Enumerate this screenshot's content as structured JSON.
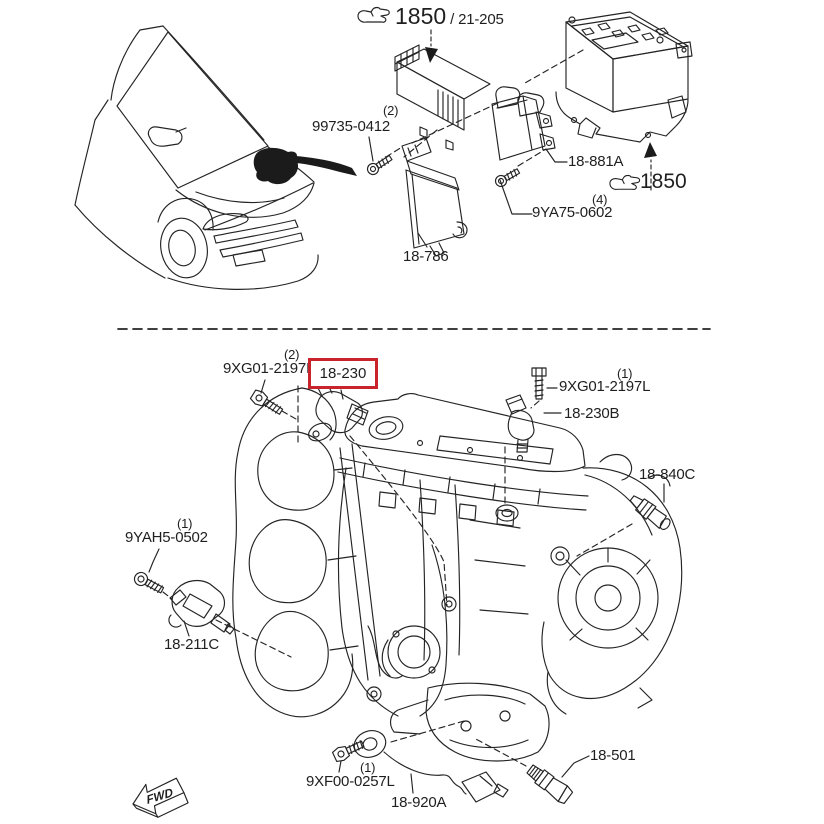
{
  "colors": {
    "background": "#ffffff",
    "line": "#242424",
    "highlight_box": "#c9242b"
  },
  "top_section": {
    "ecu_cover_ref": {
      "code": "1850",
      "section_ref": "/ 21-205",
      "icon": "hand-pointer"
    },
    "ecu_screw": {
      "qty": "(2)",
      "part": "99735-0412"
    },
    "ecu_bracket": {
      "part": "18-786"
    },
    "control_module": {
      "part": "18-881A"
    },
    "battery_ref": {
      "code": "1850",
      "icon": "hand-pointer"
    },
    "module_screw": {
      "qty": "(4)",
      "part": "9YA75-0602"
    }
  },
  "bottom_section": {
    "cam_bolt_left": {
      "qty": "(2)",
      "part": "9XG01-2197L"
    },
    "crank_sensor": {
      "part": "18-230",
      "highlighted": true
    },
    "cam_bolt_right": {
      "qty": "(1)",
      "part": "9XG01-2197L"
    },
    "cam_sensor": {
      "part": "18-230B"
    },
    "oil_pressure_switch": {
      "part": "18-840C"
    },
    "map_bolt": {
      "qty": "(1)",
      "part": "9YAH5-0502"
    },
    "map_sensor": {
      "part": "18-211C"
    },
    "knock_bolt": {
      "qty": "(1)",
      "part": "9XF00-0257L"
    },
    "knock_sensor": {
      "part": "18-920A"
    },
    "temp_sensor": {
      "part": "18-501"
    },
    "direction_indicator": "FWD"
  }
}
